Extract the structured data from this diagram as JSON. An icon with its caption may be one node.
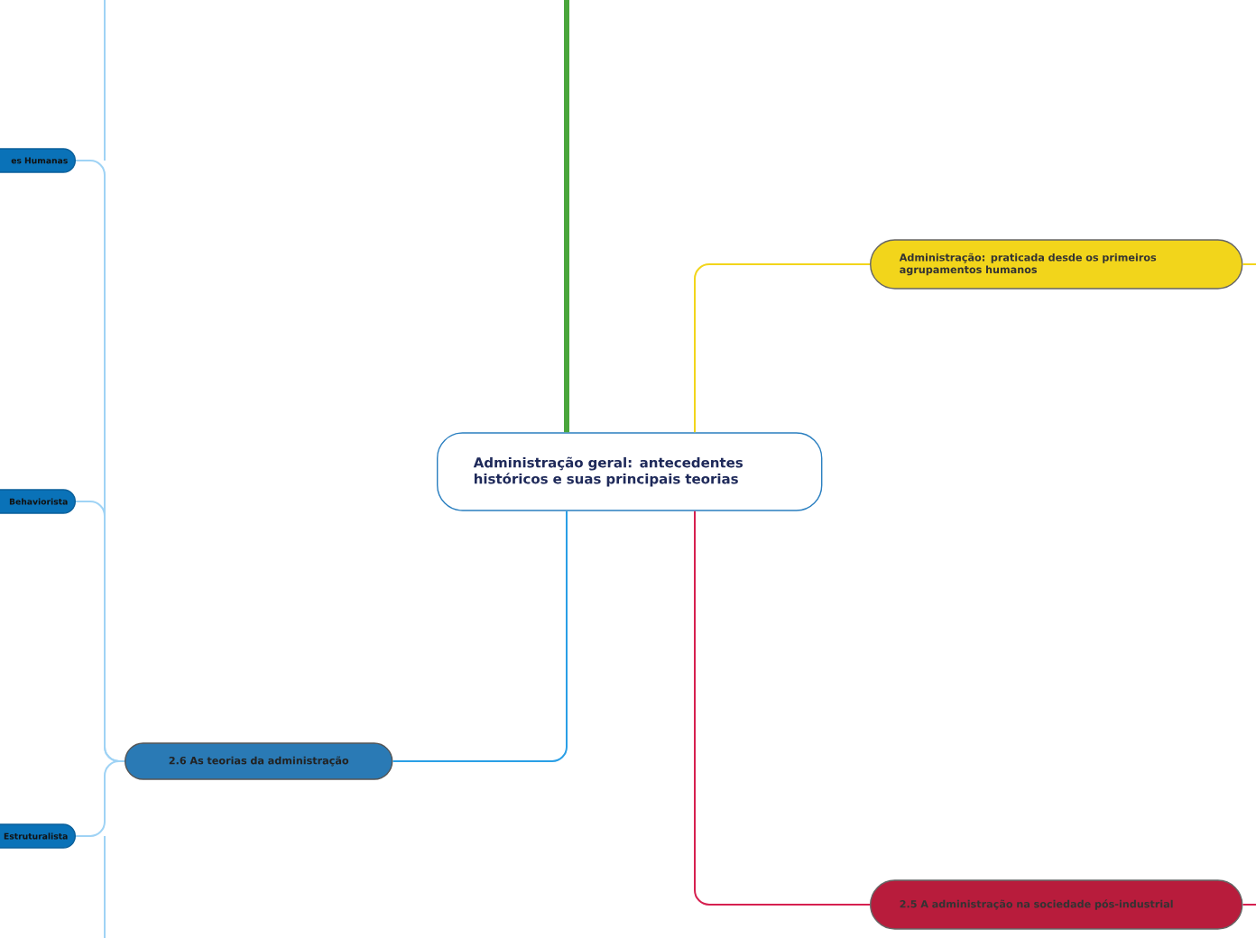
{
  "diagram": {
    "nodes": [
      {
        "text": [
          "Administração geral: antecedentes históricos e suas principais teorias"
        ]
      },
      {
        "text": [
          "Administração: praticada desde os primeiros agrupamentos humanos"
        ]
      },
      {
        "text": [
          "2.5 A administração na sociedade pós-industrial"
        ]
      },
      {
        "text": [
          "2.6 As teorias da administração"
        ]
      },
      {
        "text": [
          "es Humanas"
        ]
      },
      {
        "text": [
          "Behaviorista"
        ]
      },
      {
        "text": [
          "Estruturalista"
        ]
      }
    ],
    "edges": [
      {
        "from": 0,
        "to": 1,
        "arrow": "none",
        "color": "#f2d51b"
      },
      {
        "from": 0,
        "to": 2,
        "arrow": "none",
        "color": "#d6204f"
      },
      {
        "from": 0,
        "to": 3,
        "arrow": "none",
        "color": "#2a9fe6"
      },
      {
        "from": null,
        "to": 0,
        "arrow": "none",
        "style": "thick",
        "color": "#4aa63c"
      },
      {
        "from": 3,
        "to": 4,
        "arrow": "none"
      },
      {
        "from": 3,
        "to": 5,
        "arrow": "none"
      },
      {
        "from": 3,
        "to": 6,
        "arrow": "none"
      },
      {
        "from": 1,
        "to": null,
        "arrow": "none",
        "color": "#f2d51b"
      },
      {
        "from": 2,
        "to": null,
        "arrow": "none",
        "color": "#d6204f"
      }
    ]
  }
}
